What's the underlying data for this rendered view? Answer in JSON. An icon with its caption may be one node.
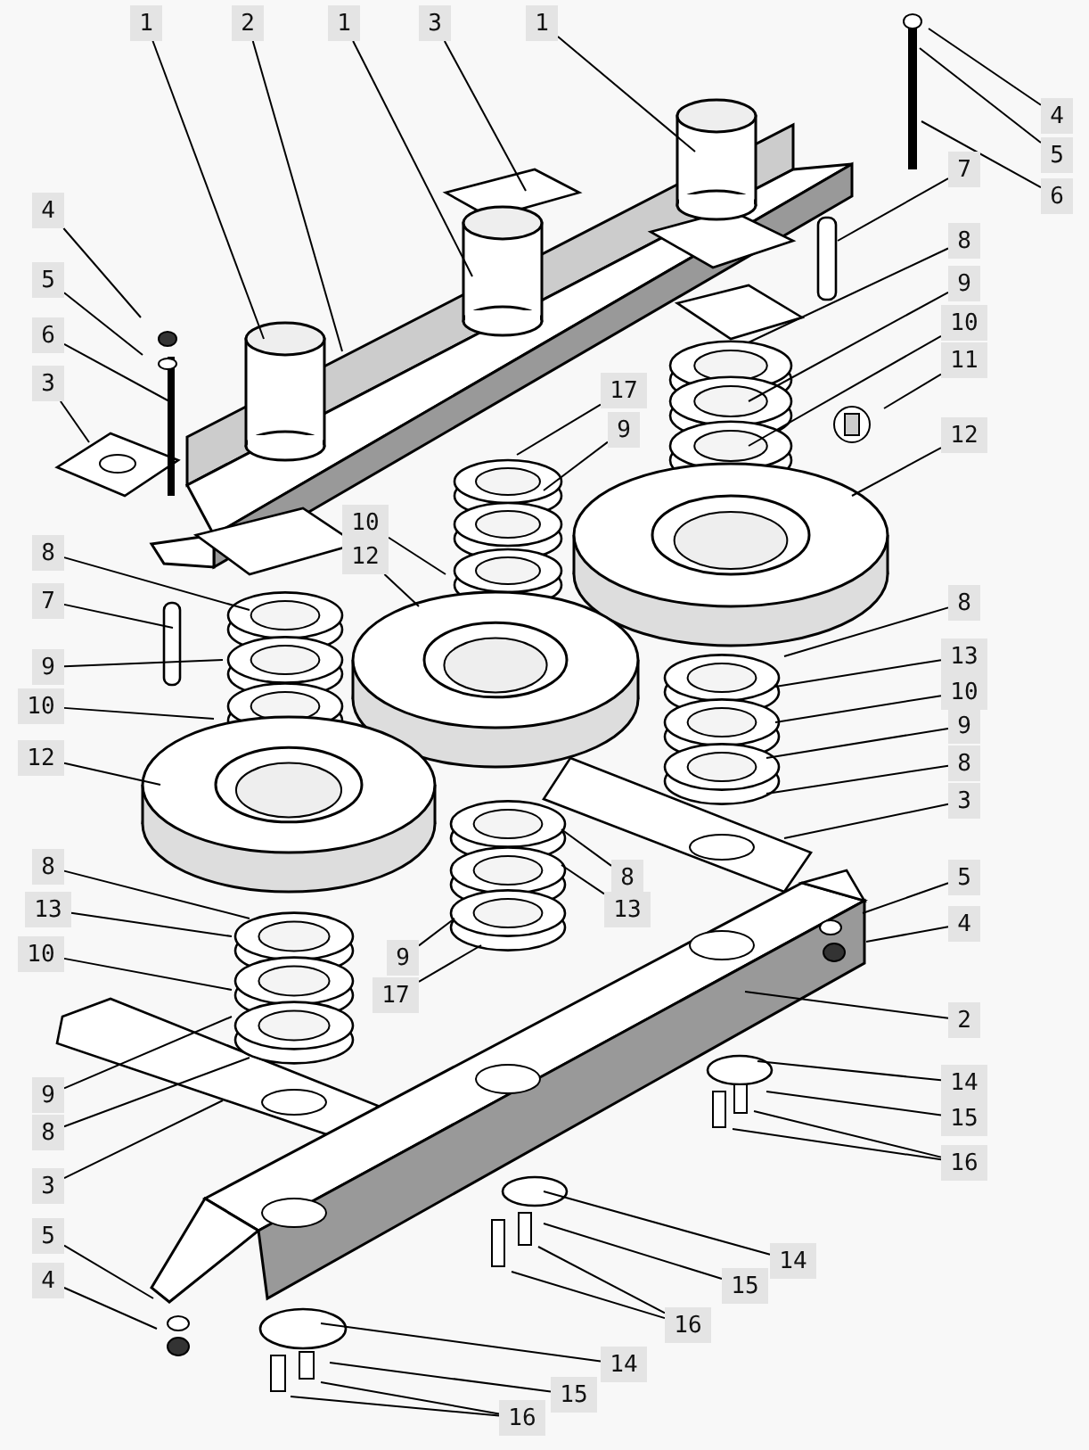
{
  "diagram": {
    "nodes": [
      {
        "text": [
          "1"
        ]
      },
      {
        "text": [
          "2"
        ]
      },
      {
        "text": [
          "1"
        ]
      },
      {
        "text": [
          "3"
        ]
      },
      {
        "text": [
          "1"
        ]
      },
      {
        "text": [
          "4"
        ]
      },
      {
        "text": [
          "5"
        ]
      },
      {
        "text": [
          "7"
        ]
      },
      {
        "text": [
          "6"
        ]
      },
      {
        "text": [
          "4"
        ]
      },
      {
        "text": [
          "8"
        ]
      },
      {
        "text": [
          "5"
        ]
      },
      {
        "text": [
          "9"
        ]
      },
      {
        "text": [
          "10"
        ]
      },
      {
        "text": [
          "6"
        ]
      },
      {
        "text": [
          "11"
        ]
      },
      {
        "text": [
          "3"
        ]
      },
      {
        "text": [
          "17"
        ]
      },
      {
        "text": [
          "9"
        ]
      },
      {
        "text": [
          "12"
        ]
      },
      {
        "text": [
          "10"
        ]
      },
      {
        "text": [
          "8"
        ]
      },
      {
        "text": [
          "12"
        ]
      },
      {
        "text": [
          "7"
        ]
      },
      {
        "text": [
          "8"
        ]
      },
      {
        "text": [
          "13"
        ]
      },
      {
        "text": [
          "9"
        ]
      },
      {
        "text": [
          "10"
        ]
      },
      {
        "text": [
          "10"
        ]
      },
      {
        "text": [
          "9"
        ]
      },
      {
        "text": [
          "12"
        ]
      },
      {
        "text": [
          "8"
        ]
      },
      {
        "text": [
          "3"
        ]
      },
      {
        "text": [
          "8"
        ]
      },
      {
        "text": [
          "8"
        ]
      },
      {
        "text": [
          "5"
        ]
      },
      {
        "text": [
          "13"
        ]
      },
      {
        "text": [
          "13"
        ]
      },
      {
        "text": [
          "4"
        ]
      },
      {
        "text": [
          "10"
        ]
      },
      {
        "text": [
          "9"
        ]
      },
      {
        "text": [
          "17"
        ]
      },
      {
        "text": [
          "2"
        ]
      },
      {
        "text": [
          "14"
        ]
      },
      {
        "text": [
          "9"
        ]
      },
      {
        "text": [
          "15"
        ]
      },
      {
        "text": [
          "8"
        ]
      },
      {
        "text": [
          "16"
        ]
      },
      {
        "text": [
          "3"
        ]
      },
      {
        "text": [
          "5"
        ]
      },
      {
        "text": [
          "14"
        ]
      },
      {
        "text": [
          "4"
        ]
      },
      {
        "text": [
          "15"
        ]
      },
      {
        "text": [
          "16"
        ]
      },
      {
        "text": [
          "14"
        ]
      },
      {
        "text": [
          "15"
        ]
      },
      {
        "text": [
          "16"
        ]
      }
    ],
    "edges": [
      {
        "from": 0,
        "to": null,
        "arrow": "none"
      },
      {
        "from": 1,
        "to": null,
        "arrow": "none"
      },
      {
        "from": 2,
        "to": null,
        "arrow": "none"
      },
      {
        "from": 3,
        "to": null,
        "arrow": "none"
      },
      {
        "from": 4,
        "to": null,
        "arrow": "none"
      },
      {
        "from": 5,
        "to": null,
        "arrow": "none"
      },
      {
        "from": 6,
        "to": null,
        "arrow": "none"
      },
      {
        "from": 7,
        "to": null,
        "arrow": "none"
      },
      {
        "from": 8,
        "to": null,
        "arrow": "none"
      },
      {
        "from": 9,
        "to": null,
        "arrow": "none"
      },
      {
        "from": 10,
        "to": null,
        "arrow": "none"
      },
      {
        "from": 11,
        "to": null,
        "arrow": "none"
      },
      {
        "from": 12,
        "to": null,
        "arrow": "none"
      },
      {
        "from": 13,
        "to": null,
        "arrow": "none"
      },
      {
        "from": 14,
        "to": null,
        "arrow": "none"
      },
      {
        "from": 15,
        "to": null,
        "arrow": "none"
      },
      {
        "from": 16,
        "to": null,
        "arrow": "none"
      },
      {
        "from": 17,
        "to": null,
        "arrow": "none"
      },
      {
        "from": 18,
        "to": null,
        "arrow": "none"
      },
      {
        "from": 19,
        "to": null,
        "arrow": "none"
      },
      {
        "from": 20,
        "to": null,
        "arrow": "none"
      },
      {
        "from": 21,
        "to": null,
        "arrow": "none"
      },
      {
        "from": 22,
        "to": null,
        "arrow": "none"
      },
      {
        "from": 23,
        "to": null,
        "arrow": "none"
      },
      {
        "from": 24,
        "to": null,
        "arrow": "none"
      },
      {
        "from": 25,
        "to": null,
        "arrow": "none"
      },
      {
        "from": 26,
        "to": null,
        "arrow": "none"
      },
      {
        "from": 27,
        "to": null,
        "arrow": "none"
      },
      {
        "from": 28,
        "to": null,
        "arrow": "none"
      },
      {
        "from": 29,
        "to": null,
        "arrow": "none"
      },
      {
        "from": 30,
        "to": null,
        "arrow": "none"
      },
      {
        "from": 31,
        "to": null,
        "arrow": "none"
      },
      {
        "from": 32,
        "to": null,
        "arrow": "none"
      },
      {
        "from": 33,
        "to": null,
        "arrow": "none"
      },
      {
        "from": 34,
        "to": null,
        "arrow": "none"
      },
      {
        "from": 35,
        "to": null,
        "arrow": "none"
      },
      {
        "from": 36,
        "to": null,
        "arrow": "none"
      },
      {
        "from": 37,
        "to": null,
        "arrow": "none"
      },
      {
        "from": 38,
        "to": null,
        "arrow": "none"
      },
      {
        "from": 39,
        "to": null,
        "arrow": "none"
      },
      {
        "from": 40,
        "to": null,
        "arrow": "none"
      },
      {
        "from": 41,
        "to": null,
        "arrow": "none"
      },
      {
        "from": 42,
        "to": null,
        "arrow": "none"
      },
      {
        "from": 43,
        "to": null,
        "arrow": "none"
      },
      {
        "from": 44,
        "to": null,
        "arrow": "none"
      },
      {
        "from": 45,
        "to": null,
        "arrow": "none"
      },
      {
        "from": 46,
        "to": null,
        "arrow": "none"
      },
      {
        "from": 47,
        "to": null,
        "arrow": "none"
      },
      {
        "from": 47,
        "to": null,
        "arrow": "none"
      },
      {
        "from": 48,
        "to": null,
        "arrow": "none"
      },
      {
        "from": 49,
        "to": null,
        "arrow": "none"
      },
      {
        "from": 50,
        "to": null,
        "arrow": "none"
      },
      {
        "from": 51,
        "to": null,
        "arrow": "none"
      },
      {
        "from": 52,
        "to": null,
        "arrow": "none"
      },
      {
        "from": 53,
        "to": null,
        "arrow": "none"
      },
      {
        "from": 53,
        "to": null,
        "arrow": "none"
      },
      {
        "from": 54,
        "to": null,
        "arrow": "none"
      },
      {
        "from": 55,
        "to": null,
        "arrow": "none"
      },
      {
        "from": 56,
        "to": null,
        "arrow": "none"
      },
      {
        "from": 56,
        "to": null,
        "arrow": "none"
      }
    ]
  }
}
